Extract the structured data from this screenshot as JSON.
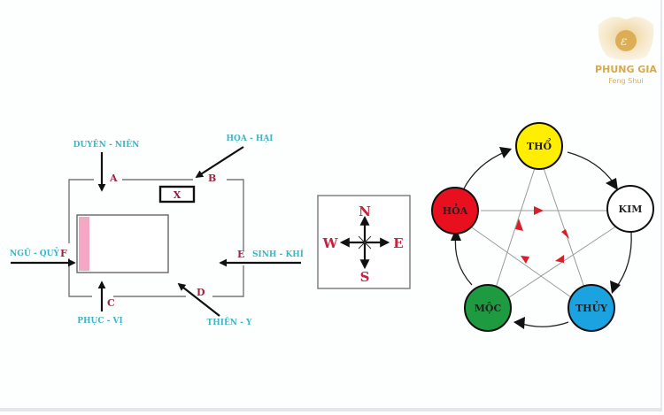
{
  "logo": {
    "brand": "PHUNG GIA",
    "tagline": "Feng Shui",
    "color": "#d7a94b"
  },
  "house_diagram": {
    "directions": [
      {
        "id": "A",
        "name": "DUYÊN - NIÊN"
      },
      {
        "id": "B",
        "name": "HỌA - HẠI"
      },
      {
        "id": "C",
        "name": "PHỤC - VỊ"
      },
      {
        "id": "D",
        "name": "THIÊN - Y"
      },
      {
        "id": "E",
        "name": "SINH - KHÍ"
      },
      {
        "id": "F",
        "name": "NGŨ - QUỶ"
      }
    ],
    "box_label": "X",
    "accent_color": "#f4a8c4"
  },
  "compass": {
    "north": "N",
    "south": "S",
    "east": "E",
    "west": "W"
  },
  "five_elements": {
    "elements": [
      {
        "name": "THỔ",
        "color": "#ffee00"
      },
      {
        "name": "KIM",
        "color": "#ffffff"
      },
      {
        "name": "THỦY",
        "color": "#1aa3e0"
      },
      {
        "name": "MỘC",
        "color": "#1e9a40"
      },
      {
        "name": "HỎA",
        "color": "#e8101e"
      }
    ],
    "generating_color": "#1a1a1a",
    "controlling_color": "#d8202a"
  }
}
